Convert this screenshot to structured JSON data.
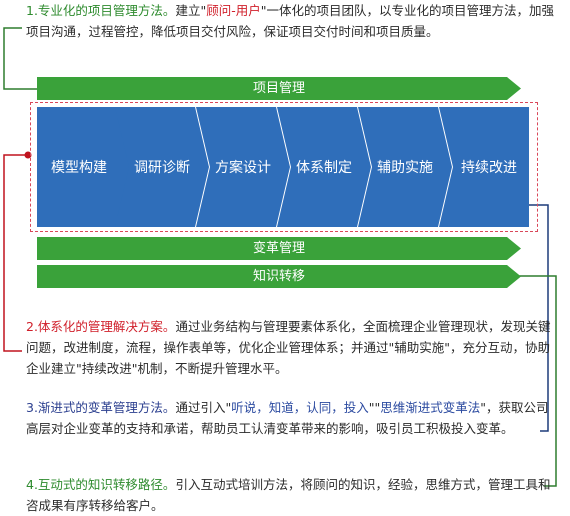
{
  "paragraphs": {
    "p1": {
      "lead": "1.专业化的项目管理方法。",
      "text_a": "建立\"",
      "quote": "顾问-用户",
      "text_b": "\"一体化的项目团队，以专业化的项目管理方法，加强项目沟通，过程管控，降低项目交付风险，保证项目交付时间和项目质量。"
    },
    "p2": {
      "lead": "2.体系化的管理解决方案。",
      "text": "通过业务结构与管理要素体系化，全面梳理企业管理现状，发现关键问题，改进制度，流程，操作表单等，优化企业管理体系；并通过\"辅助实施\"，充分互动，协助企业建立\"持续改进\"机制，不断提升管理水平。"
    },
    "p3": {
      "lead": "3.渐进式的变革管理方法。",
      "text_a": "通过引入\"",
      "steps": "听说，知道，认同，投入",
      "text_b": "\"\"",
      "method": "思维渐进式变革法",
      "text_c": "\"，获取公司高层对企业变革的支持和承诺，帮助员工认清变革带来的影响，吸引员工积极投入变革。"
    },
    "p4": {
      "lead": "4.互动式的知识转移路径。",
      "text": "引入互动式培训方法，将顾问的知识，经验，思维方式，管理工具和咨成果有序转移给客户。"
    }
  },
  "bars": {
    "top": "项目管理",
    "middle": "变革管理",
    "bottom": "知识转移"
  },
  "steps": [
    {
      "label": "模型构建"
    },
    {
      "label": "调研诊断"
    },
    {
      "label": "方案设计"
    },
    {
      "label": "体系制定"
    },
    {
      "label": "辅助实施"
    },
    {
      "label": "持续改进"
    }
  ],
  "colors": {
    "green": "#3aa23a",
    "blue": "#2f6eba",
    "red": "#d01f2a",
    "navy": "#2b3f8f"
  }
}
